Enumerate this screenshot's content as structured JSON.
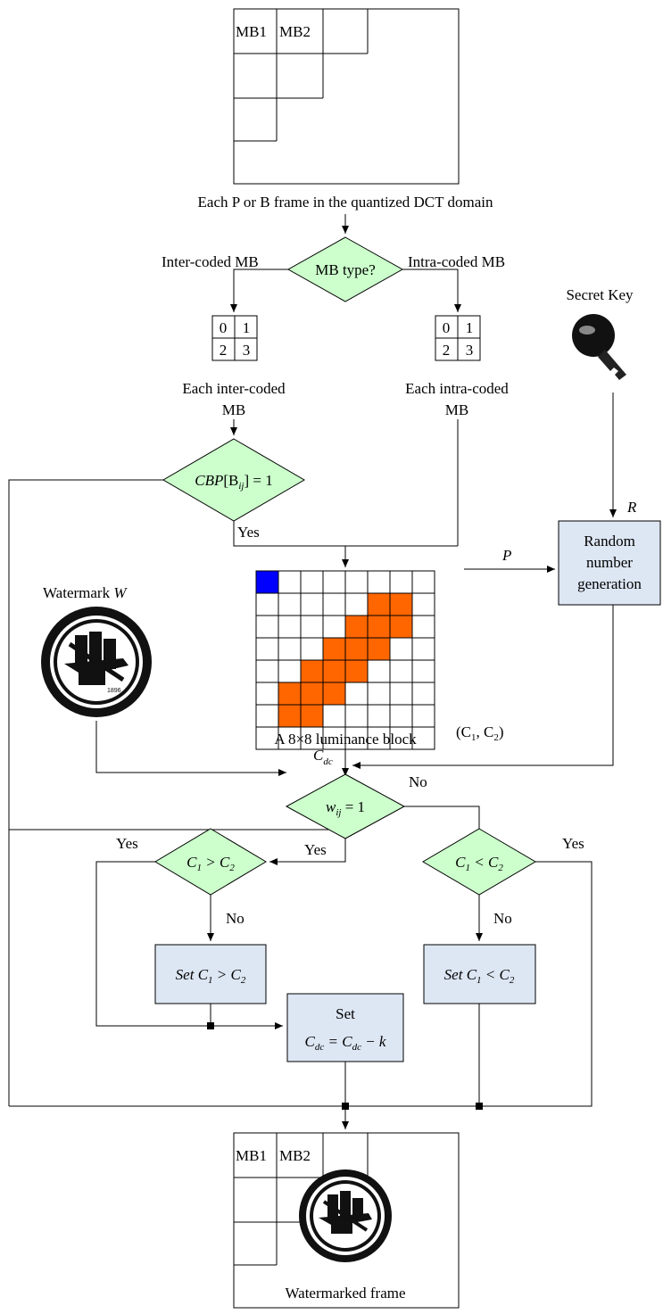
{
  "frame_top": {
    "mb1": "MB1",
    "mb2": "MB2",
    "caption": "Each P or B frame in the quantized DCT domain"
  },
  "mb_type": {
    "label": "MB type?",
    "left": "Inter-coded MB",
    "right": "Intra-coded MB"
  },
  "inter_mb": {
    "cells": [
      "0",
      "1",
      "2",
      "3"
    ],
    "caption_l1": "Each inter-coded",
    "caption_l2": "MB"
  },
  "intra_mb": {
    "cells": [
      "0",
      "1",
      "2",
      "3"
    ],
    "caption_l1": "Each intra-coded",
    "caption_l2": "MB"
  },
  "cbp": {
    "label_a": "CBP",
    "label_b": "[B",
    "label_sub": "ij",
    "label_c": "] = 1",
    "yes": "Yes"
  },
  "secret_key": {
    "label": "Secret Key",
    "r": "R"
  },
  "rng": {
    "l1": "Random",
    "l2": "number",
    "l3": "generation",
    "p": "P"
  },
  "watermark": {
    "label": "Watermark ",
    "label_var": "W",
    "emblem_text": "1896"
  },
  "block": {
    "caption": "A 8×8 luminance block",
    "cdc": "C",
    "cdc_sub": "dc",
    "dc_color": "#0000ff",
    "coef_color": "#ff6600",
    "orange_cells": [
      [
        1,
        5
      ],
      [
        1,
        6
      ],
      [
        2,
        4
      ],
      [
        2,
        5
      ],
      [
        2,
        6
      ],
      [
        3,
        3
      ],
      [
        3,
        4
      ],
      [
        3,
        5
      ],
      [
        4,
        2
      ],
      [
        4,
        3
      ],
      [
        4,
        4
      ],
      [
        5,
        1
      ],
      [
        5,
        2
      ],
      [
        5,
        3
      ],
      [
        6,
        1
      ],
      [
        6,
        2
      ]
    ],
    "pair": "(C",
    "pair_s1": "1",
    "pair_mid": ", C",
    "pair_s2": "2",
    "pair_end": ")"
  },
  "wij": {
    "w": "w",
    "sub": "ij",
    "eq": " = 1",
    "yes": "Yes",
    "no": "No"
  },
  "c_gt": {
    "label_a": "C",
    "s1": "1",
    "op": " > C",
    "s2": "2",
    "yes": "Yes",
    "no": "No"
  },
  "c_lt": {
    "label_a": "C",
    "s1": "1",
    "op": " < C",
    "s2": "2",
    "yes": "Yes",
    "no": "No"
  },
  "set_gt": {
    "set": "Set ",
    "c": "C",
    "s1": "1",
    "op": " > C",
    "s2": "2"
  },
  "set_lt": {
    "set": "Set ",
    "c": "C",
    "s1": "1",
    "op": " < C",
    "s2": "2"
  },
  "set_cdc": {
    "l1": "Set",
    "c": "C",
    "sub": "dc",
    "eq": " = C",
    "sub2": "dc",
    "tail": " − k"
  },
  "frame_bottom": {
    "mb1": "MB1",
    "mb2": "MB2",
    "caption": "Watermarked frame"
  },
  "colors": {
    "diamond_fill": "#ccffcc",
    "box_fill": "#dde6f3"
  }
}
